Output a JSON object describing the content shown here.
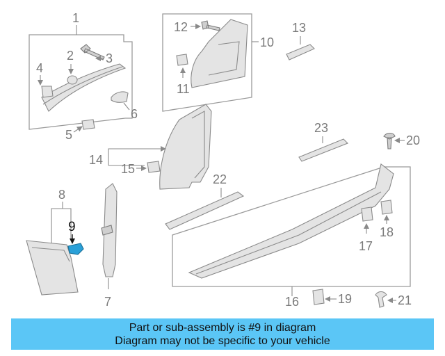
{
  "callouts": {
    "n1": "1",
    "n2": "2",
    "n3": "3",
    "n4": "4",
    "n5": "5",
    "n6": "6",
    "n7": "7",
    "n8": "8",
    "n9": "9",
    "n10": "10",
    "n11": "11",
    "n12": "12",
    "n13": "13",
    "n14": "14",
    "n15": "15",
    "n16": "16",
    "n17": "17",
    "n18": "18",
    "n19": "19",
    "n20": "20",
    "n21": "21",
    "n22": "22",
    "n23": "23"
  },
  "highlight_part": "9",
  "highlight_color": "#2aa0d8",
  "banner": {
    "line1": "Part or sub-assembly is #9 in diagram",
    "line2": "Diagram may not be specific to your vehicle",
    "background": "#5bc6f6"
  }
}
